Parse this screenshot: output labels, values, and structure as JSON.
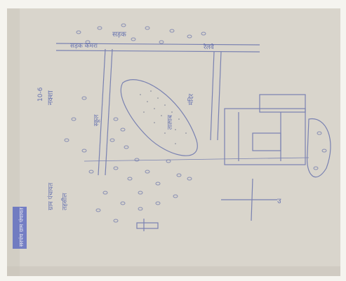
{
  "document": {
    "type": "hand-drawn village map",
    "orientation": "rotated 90 degrees",
    "paper_color": "#d9d5cc",
    "ink_color": "#4a5aa8",
    "stamp_color": "#3b4dc0"
  },
  "labels": {
    "top_center": "सड़क",
    "top_road": "सड़क कमरा",
    "top_right": "रेलवे",
    "left_date": "10-6",
    "left_title": "नक्शा",
    "left_note1": "ग्राम पंचायत",
    "left_note2": "तहसील",
    "stamp": "सरपंच ग्राम पंचायत",
    "school": "स्कूल",
    "pond": "तालाब",
    "temple": "मंदिर",
    "compass_n": "उ"
  }
}
